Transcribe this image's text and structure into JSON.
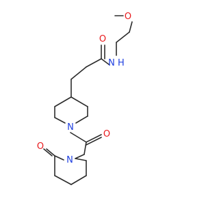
{
  "molecule": {
    "atoms": [
      {
        "id": "o-methoxy",
        "label": "O",
        "color": "#e8191c"
      },
      {
        "id": "n-amide",
        "label": "N",
        "sub": "H",
        "color": "#1f3fe0"
      },
      {
        "id": "o-amide",
        "label": "O",
        "color": "#e8191c"
      },
      {
        "id": "n-piperidine",
        "label": "N",
        "color": "#1f3fe0"
      },
      {
        "id": "o-acetyl",
        "label": "O",
        "color": "#e8191c"
      },
      {
        "id": "n-lactam",
        "label": "N",
        "color": "#1f3fe0"
      },
      {
        "id": "o-lactam",
        "label": "O",
        "color": "#e8191c"
      }
    ]
  }
}
